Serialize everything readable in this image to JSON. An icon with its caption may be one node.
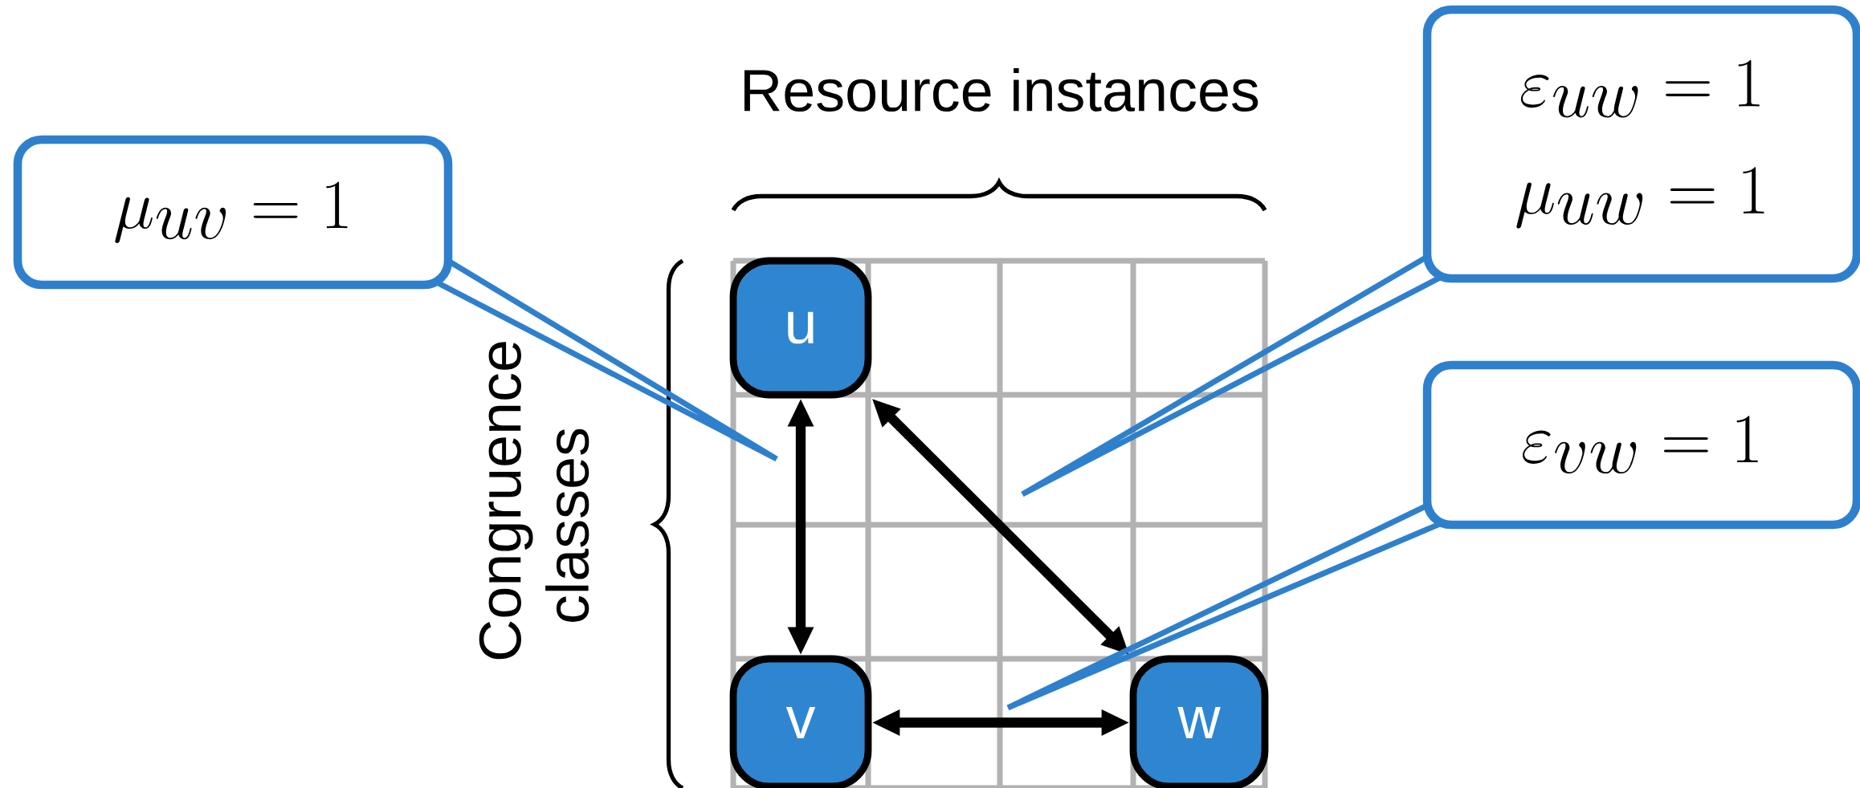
{
  "diagram": {
    "nodes": [
      {
        "text": [
          "\\mu_{uv} = 1"
        ]
      },
      {
        "text": [
          "\\varepsilon_{uw} = 1",
          "\\mu_{uw} = 1"
        ]
      },
      {
        "text": [
          "\\varepsilon_{vw} = 1"
        ]
      },
      {
        "text": [
          "u"
        ]
      },
      {
        "text": [
          "v"
        ]
      },
      {
        "text": [
          "w"
        ]
      }
    ],
    "edges": [
      {
        "from": 3,
        "to": 4,
        "arrow": "both"
      },
      {
        "from": 3,
        "to": 5,
        "arrow": "both"
      },
      {
        "from": 4,
        "to": 5,
        "arrow": "both"
      },
      {
        "from": 0,
        "to": null,
        "arrow": "none",
        "color": "#2f80cc"
      },
      {
        "from": 1,
        "to": null,
        "arrow": "none",
        "color": "#2f80cc"
      },
      {
        "from": 2,
        "to": null,
        "arrow": "none",
        "color": "#2f80cc"
      }
    ],
    "labels": [
      "Resource instances",
      "Congruence classes"
    ]
  }
}
